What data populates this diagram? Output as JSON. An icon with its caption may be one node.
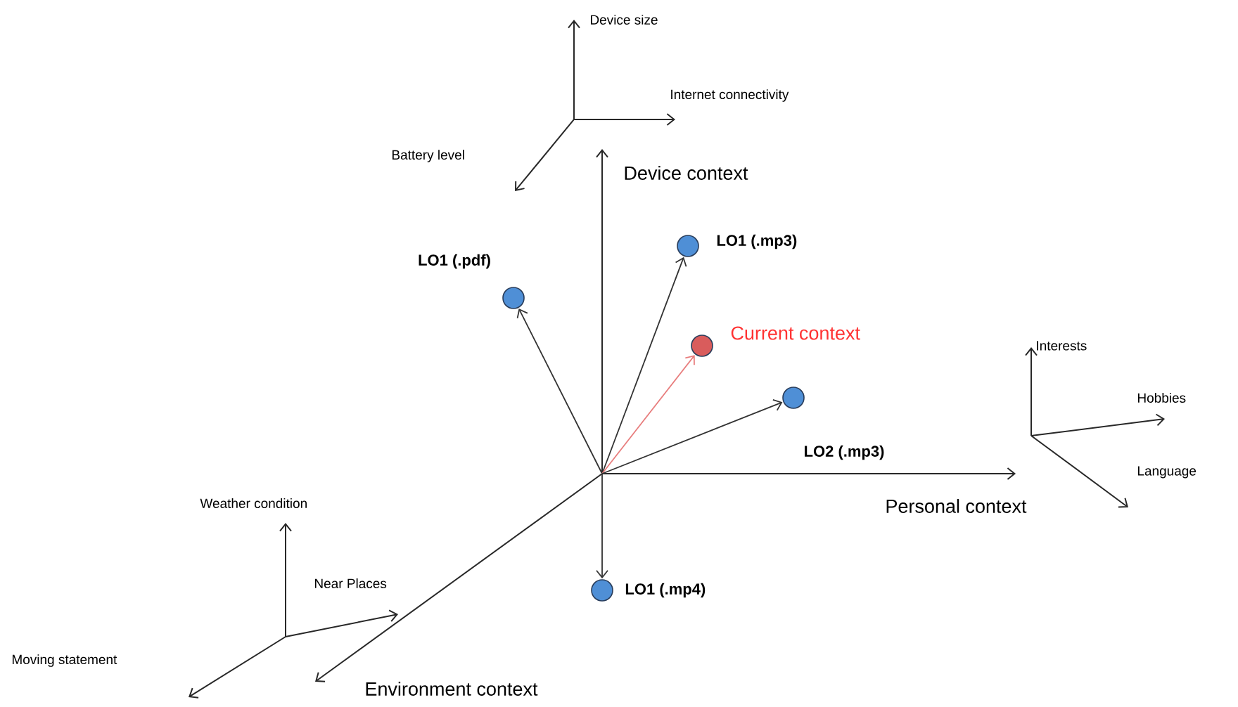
{
  "diagram": {
    "nodes": [
      {
        "text": [
          "LO1 (.pdf)"
        ]
      },
      {
        "text": [
          "LO1 (.mp3)"
        ]
      },
      {
        "text": [
          "Current context"
        ]
      },
      {
        "text": [
          "LO2 (.mp3)"
        ]
      },
      {
        "text": [
          "LO1 (.mp4)"
        ]
      }
    ],
    "edges": [
      {
        "from": null,
        "to": 0,
        "arrow": "to"
      },
      {
        "from": null,
        "to": 1,
        "arrow": "to"
      },
      {
        "from": null,
        "to": 2,
        "arrow": "to",
        "color": "#e87d7d"
      },
      {
        "from": null,
        "to": 3,
        "arrow": "to"
      },
      {
        "from": null,
        "to": 4,
        "arrow": "to"
      }
    ],
    "labels": [
      "Device size",
      "Internet connectivity",
      "Battery level",
      "Device context",
      "Interests",
      "Hobbies",
      "Language",
      "Personal context",
      "Weather condition",
      "Near Places",
      "Moving statement",
      "Environment context"
    ]
  }
}
